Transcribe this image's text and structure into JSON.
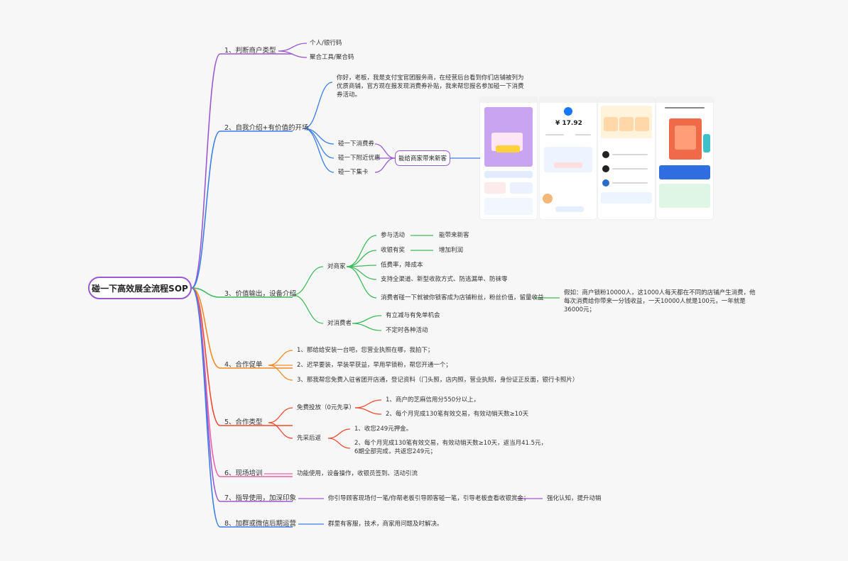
{
  "root": {
    "label": "碰一下高效展全流程SOP"
  },
  "colors": {
    "purple": "#9b59d0",
    "blue": "#3d7fe8",
    "green": "#3dbb5c",
    "orange": "#f08a24",
    "red": "#ee4c34",
    "pink": "#ef5fa7"
  },
  "s1": {
    "label": "1、判断商户类型",
    "children": [
      "个人/银行码",
      "聚合工具/聚合码"
    ]
  },
  "s2": {
    "label": "2、自我介绍+有价值的开场",
    "intro": "你好，老板，我是支付宝官团服务商，在经营后台看到你们店铺被列为优质商铺，官方现在报发现消费券补贴，我来帮您报名参加碰一下消费券活动。",
    "items": [
      "碰一下消费券",
      "碰一下附近优惠",
      "碰一下集卡"
    ],
    "benefit": "能给商家带来新客",
    "amount": "¥ 17.92"
  },
  "s3": {
    "label": "3、价值输出，设备介绍",
    "merchant": {
      "label": "对商家",
      "items": [
        "参与活动",
        "收银有奖",
        "低费率，降成本",
        "支持全渠道、新型收款方式、防逃漏单、防袜零",
        "消费者碰一下就被你锁客成为店铺粉丝，粉丝价值，留量收益"
      ],
      "results": [
        "能带来新客",
        "增加利润"
      ],
      "note": "假如：商户锁粉10000人，这1000人每天都在不同的店铺产生消费，他每次消费给你带来一分钱收益，一天10000人就是100元，一年就是36000元；"
    },
    "consumer": {
      "label": "对消费者",
      "items": [
        "有立减与有免单机会",
        "不定时各种活动"
      ]
    }
  },
  "s4": {
    "label": "4、合作促单",
    "items": [
      "1、那给给安装一台吧，您营业执照在哪，我拍下；",
      "2、迟早要装，早装早获益，早用早锁粉，帮您开通一个；",
      "3、那我帮您免费入驻省团开店通，登记资料（门头照，店内照，营业执照，身份证正反面，银行卡照片）"
    ]
  },
  "s5": {
    "label": "5、合作类型",
    "free": {
      "label": "免费投放（0元先享）",
      "items": [
        "1、商户的芝麻信用分550分以上，",
        "2、每个月完成130笔有效交易，有效动销天数≥10天"
      ]
    },
    "deposit": {
      "label": "先采后返",
      "items": [
        "1、收您249元押金。",
        "2、每个月完成130笔有效交易，有效动销天数≥10天，返当月41.5元，6期全部完成，共返您249元；"
      ]
    }
  },
  "s6": {
    "label": "6、现场培训",
    "detail": "功能使用，设备操作，收银员签到、活动引流"
  },
  "s7": {
    "label": "7、指导使用，加深印象",
    "detail": "你引导顾客现场付一笔/你帮老板引导顾客碰一笔，引导老板查看收银赏金；",
    "result": "强化认知，提升动销"
  },
  "s8": {
    "label": "8、加群或微信后期运营",
    "detail": "群里有客服，技术，商家用问题及时解决。"
  }
}
